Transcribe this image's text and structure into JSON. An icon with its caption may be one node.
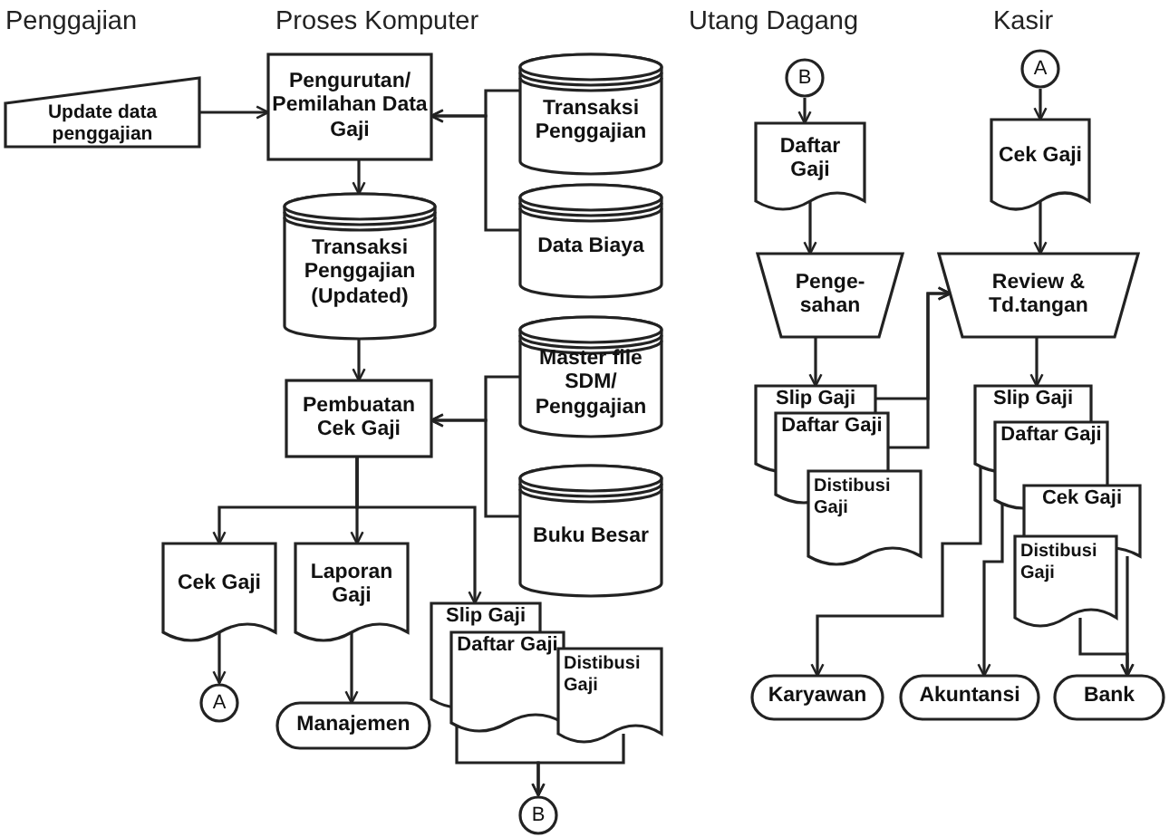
{
  "diagram": {
    "nodes": [
      {
        "text": [
          "Update data penggajian"
        ]
      },
      {
        "text": [
          "Pengurutan/ Pemilahan Data Gaji"
        ]
      },
      {
        "text": [
          "Transaksi Penggajian"
        ]
      },
      {
        "text": [
          "Data Biaya"
        ]
      },
      {
        "text": [
          "Transaksi Penggajian (Updated)"
        ]
      },
      {
        "text": [
          "Master file SDM/ Penggajian"
        ]
      },
      {
        "text": [
          "Pembuatan Cek Gaji"
        ]
      },
      {
        "text": [
          "Buku Besar"
        ]
      },
      {
        "text": [
          "Cek Gaji"
        ]
      },
      {
        "text": [
          "Laporan Gaji"
        ]
      },
      {
        "text": [
          "Slip Gaji"
        ]
      },
      {
        "text": [
          "Daftar Gaji"
        ]
      },
      {
        "text": [
          "Distibusi Gaji"
        ]
      },
      {
        "text": [
          "A"
        ]
      },
      {
        "text": [
          "Manajemen"
        ]
      },
      {
        "text": [
          "B"
        ]
      },
      {
        "text": [
          "B"
        ]
      },
      {
        "text": [
          "Daftar Gaji"
        ]
      },
      {
        "text": [
          "Penge- sahan"
        ]
      },
      {
        "text": [
          "A"
        ]
      },
      {
        "text": [
          "Cek Gaji"
        ]
      },
      {
        "text": [
          "Review & Td.tangan"
        ]
      },
      {
        "text": [
          "Slip Gaji"
        ]
      },
      {
        "text": [
          "Daftar Gaji"
        ]
      },
      {
        "text": [
          "Distibusi Gaji"
        ]
      },
      {
        "text": [
          "Slip Gaji"
        ]
      },
      {
        "text": [
          "Daftar Gaji"
        ]
      },
      {
        "text": [
          "Cek Gaji"
        ]
      },
      {
        "text": [
          "Distibusi Gaji"
        ]
      },
      {
        "text": [
          "Karyawan"
        ]
      },
      {
        "text": [
          "Akuntansi"
        ]
      },
      {
        "text": [
          "Bank"
        ]
      }
    ],
    "edges": [
      {
        "from": 0,
        "to": 1,
        "arrow": "to"
      },
      {
        "from": 2,
        "to": 1,
        "arrow": "to"
      },
      {
        "from": 3,
        "to": 1,
        "arrow": "to"
      },
      {
        "from": 1,
        "to": 4,
        "arrow": "to"
      },
      {
        "from": 4,
        "to": 6,
        "arrow": "to"
      },
      {
        "from": 5,
        "to": 6,
        "arrow": "to"
      },
      {
        "from": 7,
        "to": 6,
        "arrow": "to"
      },
      {
        "from": 6,
        "to": 8,
        "arrow": "to"
      },
      {
        "from": 6,
        "to": 9,
        "arrow": "to"
      },
      {
        "from": 6,
        "to": 10,
        "arrow": "to"
      },
      {
        "from": 8,
        "to": 13,
        "arrow": "to"
      },
      {
        "from": 9,
        "to": 14,
        "arrow": "to"
      },
      {
        "from": 11,
        "to": 15,
        "arrow": "to"
      },
      {
        "from": 12,
        "to": 15,
        "arrow": "to"
      },
      {
        "from": 16,
        "to": 17,
        "arrow": "to"
      },
      {
        "from": 17,
        "to": 18,
        "arrow": "to"
      },
      {
        "from": 18,
        "to": 22,
        "arrow": "to"
      },
      {
        "from": 19,
        "to": 20,
        "arrow": "to"
      },
      {
        "from": 20,
        "to": 21,
        "arrow": "to"
      },
      {
        "from": 21,
        "to": 25,
        "arrow": "to"
      },
      {
        "from": 22,
        "to": 21,
        "arrow": "to"
      },
      {
        "from": 23,
        "to": 21,
        "arrow": "to"
      },
      {
        "from": 25,
        "to": 29,
        "arrow": "to"
      },
      {
        "from": 26,
        "to": 30,
        "arrow": "to"
      },
      {
        "from": 27,
        "to": 31,
        "arrow": "to"
      },
      {
        "from": 28,
        "to": 31,
        "arrow": "to"
      }
    ],
    "labels": [
      "Penggajian",
      "Proses Komputer",
      "Utang Dagang",
      "Kasir"
    ]
  }
}
